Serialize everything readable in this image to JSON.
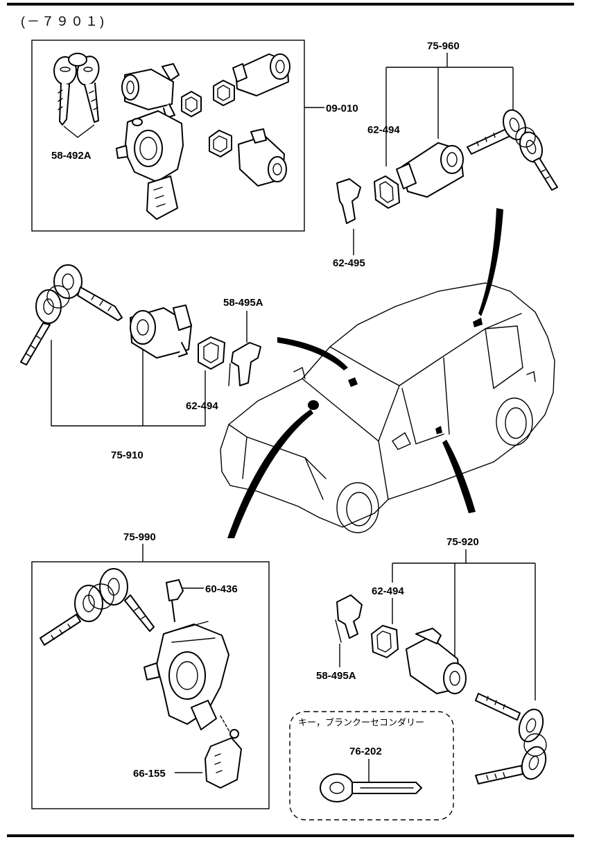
{
  "header": {
    "range": "(－７９０１)"
  },
  "note": {
    "text": "キー，ブランクーセコンダリー"
  },
  "labels": {
    "kit_top": "09-010",
    "keys_top": "58-492A",
    "right_top_set": "75-960",
    "right_top_ring": "62-494",
    "right_top_clip": "62-495",
    "left_clip": "58-495A",
    "left_ring": "62-494",
    "left_set": "75-910",
    "ignition_set": "75-990",
    "ignition_bolt": "60-436",
    "ignition_switch": "66-155",
    "right_bottom_set": "75-920",
    "right_bottom_ring": "62-494",
    "right_bottom_clip": "58-495A",
    "blank_key": "76-202"
  }
}
